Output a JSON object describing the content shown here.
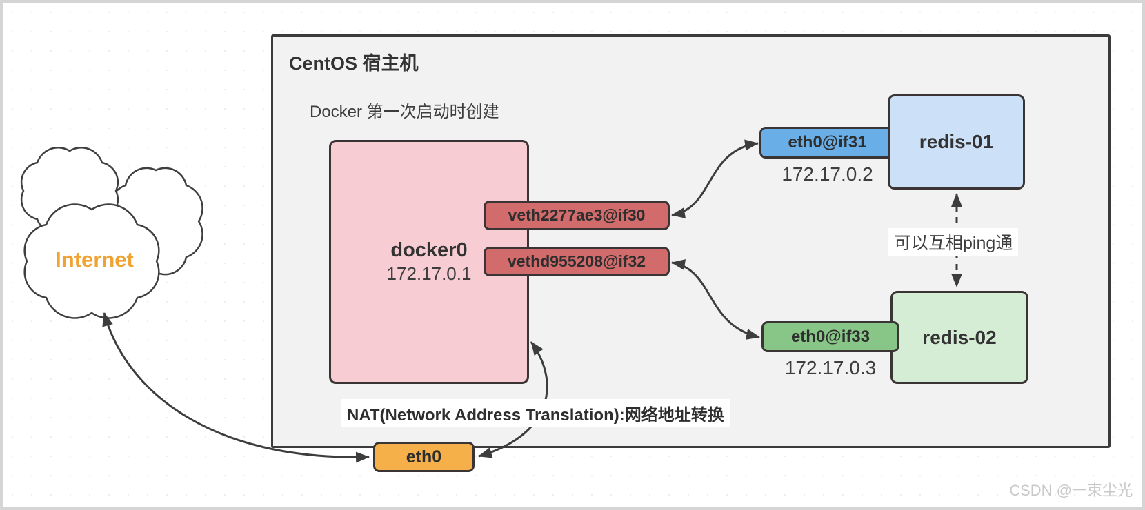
{
  "internet": {
    "label": "Internet"
  },
  "host": {
    "title": "CentOS 宿主机",
    "note": "Docker 第一次启动时创建"
  },
  "bridge": {
    "name": "docker0",
    "ip": "172.17.0.1"
  },
  "veths": [
    {
      "label": "veth2277ae3@if30"
    },
    {
      "label": "vethd955208@if32"
    }
  ],
  "containers": [
    {
      "name": "redis-01",
      "iface": "eth0@if31",
      "ip": "172.17.0.2"
    },
    {
      "name": "redis-02",
      "iface": "eth0@if33",
      "ip": "172.17.0.3"
    }
  ],
  "annotations": {
    "ping": "可以互相ping通",
    "nat": "NAT(Network Address Translation):网络地址转换"
  },
  "host_interface": {
    "label": "eth0"
  },
  "watermark": "CSDN @一束尘光",
  "colors": {
    "host_bg": "#f2f2f2",
    "host_border": "#3b3b3b",
    "bridge_fill": "#f7ccd3",
    "veth_fill": "#d26c6c",
    "iface31_fill": "#6aaee8",
    "redis01_fill": "#cce1f7",
    "iface33_fill": "#87c687",
    "redis02_fill": "#d5ecd5",
    "eth0_fill": "#f5b04a",
    "internet_text": "#f0a232",
    "arrow": "#3d3d3d",
    "watermark_text": "#c9c9c9"
  }
}
